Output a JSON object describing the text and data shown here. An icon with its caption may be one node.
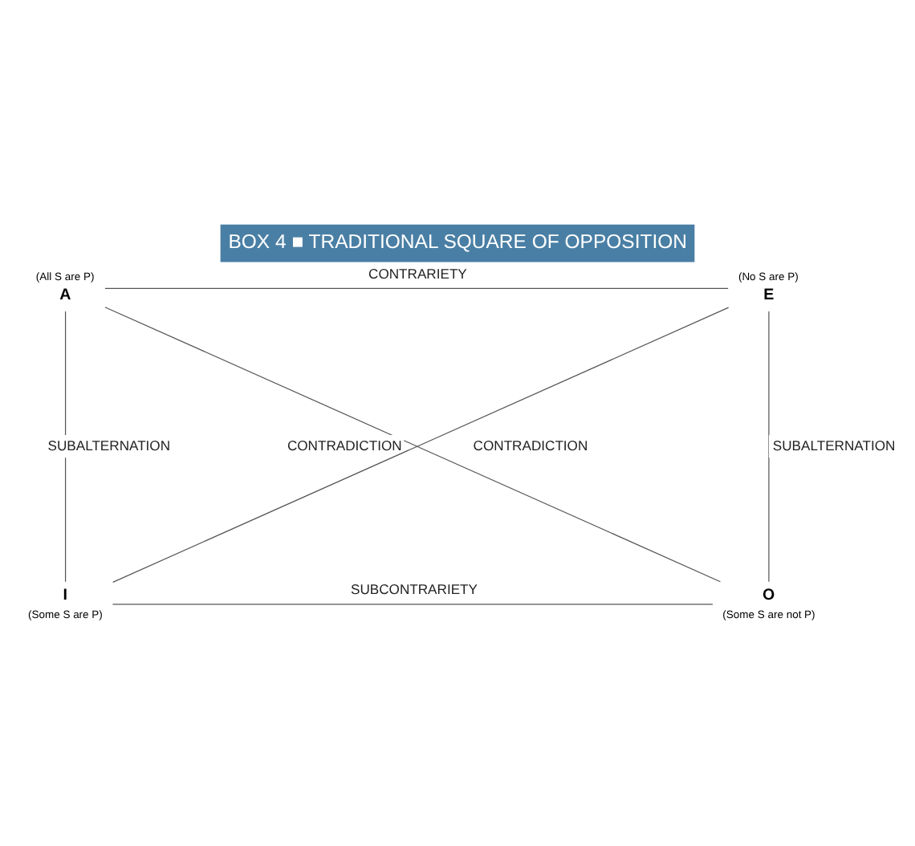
{
  "diagram": {
    "title": "BOX 4 ■ TRADITIONAL SQUARE OF OPPOSITION",
    "nodes": [
      {
        "text": [
          "A"
        ],
        "beside": [
          "(All S are P)"
        ]
      },
      {
        "text": [
          "E"
        ],
        "beside": [
          "(No S are P)"
        ]
      },
      {
        "text": [
          "I"
        ],
        "beside": [
          "(Some S are P)"
        ]
      },
      {
        "text": [
          "O"
        ],
        "beside": [
          "(Some S are not P)"
        ]
      }
    ],
    "edges": [
      {
        "from": 0,
        "to": 1,
        "arrow": "none",
        "label": "CONTRARIETY"
      },
      {
        "from": 0,
        "to": 2,
        "arrow": "none",
        "label": "SUBALTERNATION"
      },
      {
        "from": 1,
        "to": 3,
        "arrow": "none",
        "label": "SUBALTERNATION"
      },
      {
        "from": 0,
        "to": 3,
        "arrow": "none",
        "label": "CONTRADICTION"
      },
      {
        "from": 1,
        "to": 2,
        "arrow": "none",
        "label": "CONTRADICTION"
      },
      {
        "from": 2,
        "to": 3,
        "arrow": "none",
        "label": "SUBCONTRARIETY"
      }
    ]
  }
}
